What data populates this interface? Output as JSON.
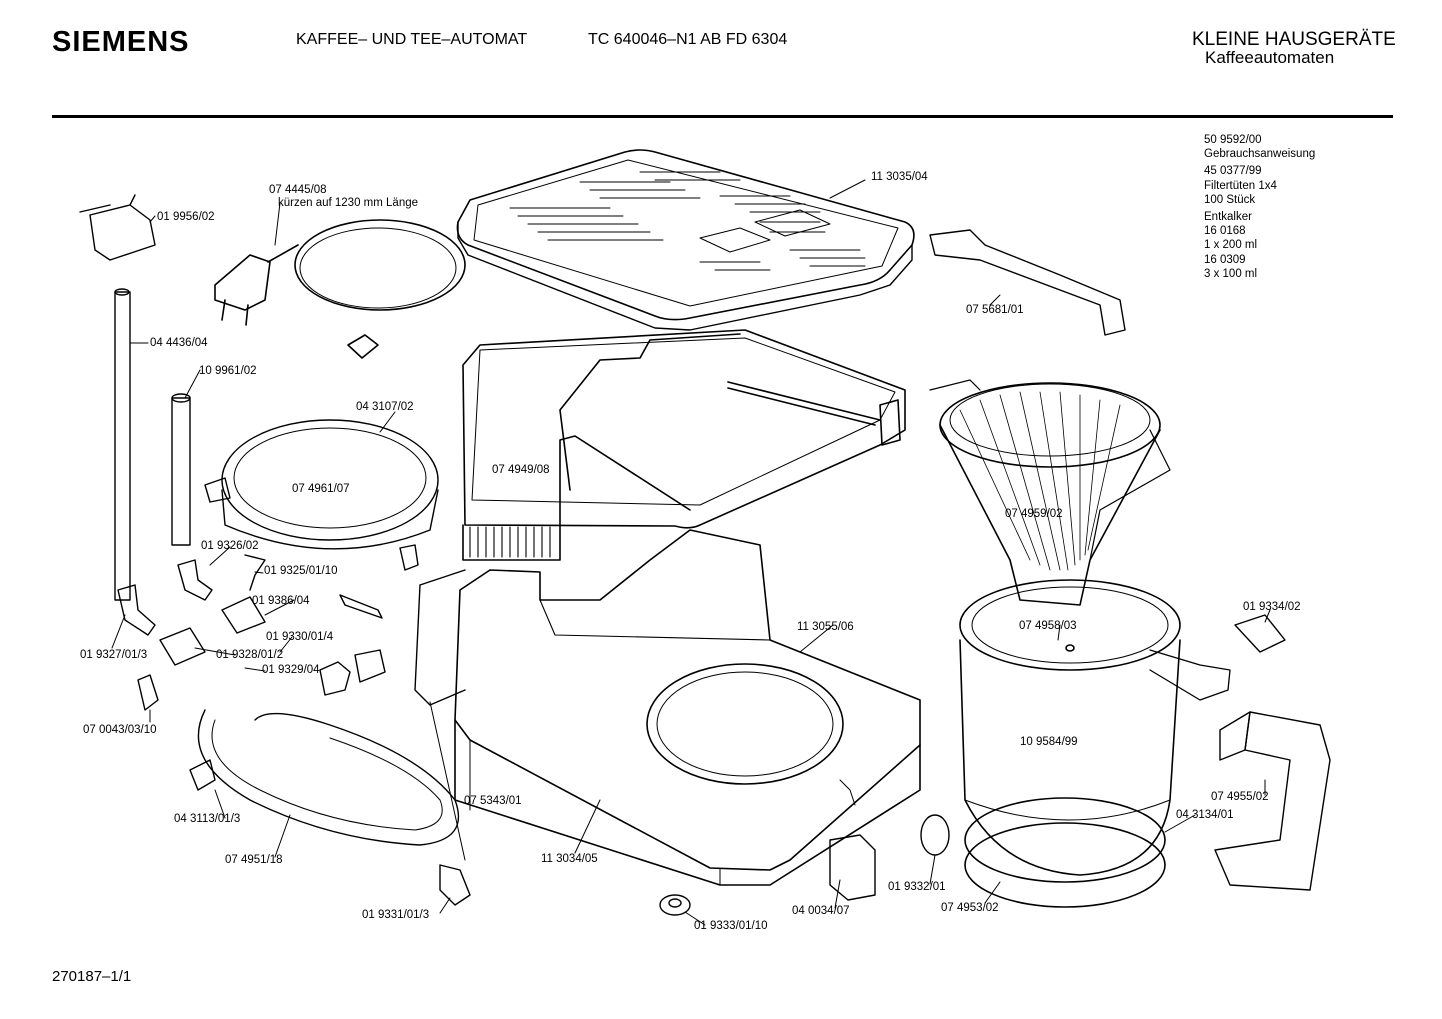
{
  "header": {
    "brand": "SIEMENS",
    "product": "KAFFEE– UND TEE–AUTOMAT",
    "model": "TC 640046–N1 AB FD 6304",
    "category": "KLEINE HAUSGERÄTE",
    "subcategory": "Kaffeeautomaten"
  },
  "footer": {
    "code": "270187–1/1"
  },
  "accessories": [
    "50 9592/00",
    "Gebrauchsanweisung",
    "45 0377/99",
    "Filtertüten 1x4",
    "100 Stück",
    "Entkalker",
    "16 0168",
    "1 x 200 ml",
    "16 0309",
    "3 x 100 ml"
  ],
  "parts": {
    "p_019956": "01 9956/02",
    "p_074445": "07 4445/08",
    "p_074445_note": "kürzen auf 1230 mm Länge",
    "p_113035": "11 3035/04",
    "p_075681": "07 5681/01",
    "p_044436": "04 4436/04",
    "p_109961": "10 9961/02",
    "p_043107": "04 3107/02",
    "p_074961": "07 4961/07",
    "p_074949": "07 4949/08",
    "p_074959": "07 4959/02",
    "p_019326": "01 9326/02",
    "p_019325": "01 9325/01/10",
    "p_019386": "01 9386/04",
    "p_019330": "01 9330/01/4",
    "p_019327": "01 9327/01/3",
    "p_019328": "01 9328/01/2",
    "p_019329": "01 9329/04",
    "p_113055": "11 3055/06",
    "p_074958": "07 4958/03",
    "p_019334": "01 9334/02",
    "p_070043": "07 0043/03/10",
    "p_109584": "10 9584/99",
    "p_074955": "07 4955/02",
    "p_043134": "04 3134/01",
    "p_075343": "07 5343/01",
    "p_043113": "04 3113/01/3",
    "p_074951": "07 4951/18",
    "p_113034": "11 3034/05",
    "p_019331": "01 9331/01/3",
    "p_019333": "01 9333/01/10",
    "p_040034": "04 0034/07",
    "p_019332": "01 9332/01",
    "p_074953": "07 4953/02"
  }
}
